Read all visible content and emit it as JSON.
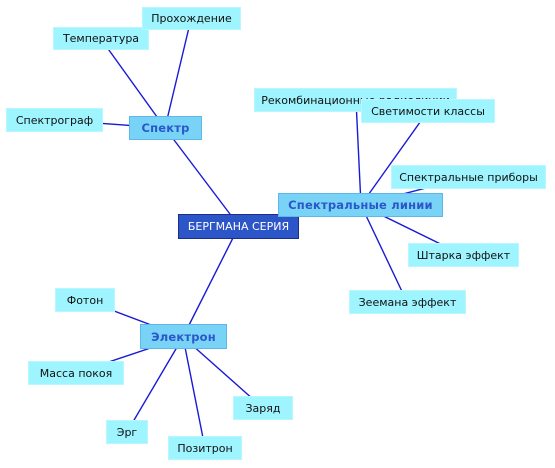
{
  "diagram": {
    "root": "БЕРГМАНА СЕРИЯ",
    "branches": {
      "spectr": {
        "label": "Спектр",
        "children": [
          "Температура",
          "Прохождение",
          "Спектрограф"
        ]
      },
      "lines": {
        "label": "Спектральные линии",
        "children": [
          "Рекомбинационные радиолинии",
          "Светимости классы",
          "Спектральные приборы",
          "Штарка эффект",
          "Зеемана эффект"
        ]
      },
      "electron": {
        "label": "Электрон",
        "children": [
          "Фотон",
          "Масса покоя",
          "Эрг",
          "Позитрон",
          "Заряд"
        ]
      }
    },
    "colors": {
      "edge": "#1a1ad6",
      "leaf_fill": "#9ff5ff",
      "branch_fill": "#79d3f7",
      "branch_text": "#2a58c8",
      "root_fill": "#2c56c8",
      "root_text": "#ffffff"
    }
  }
}
